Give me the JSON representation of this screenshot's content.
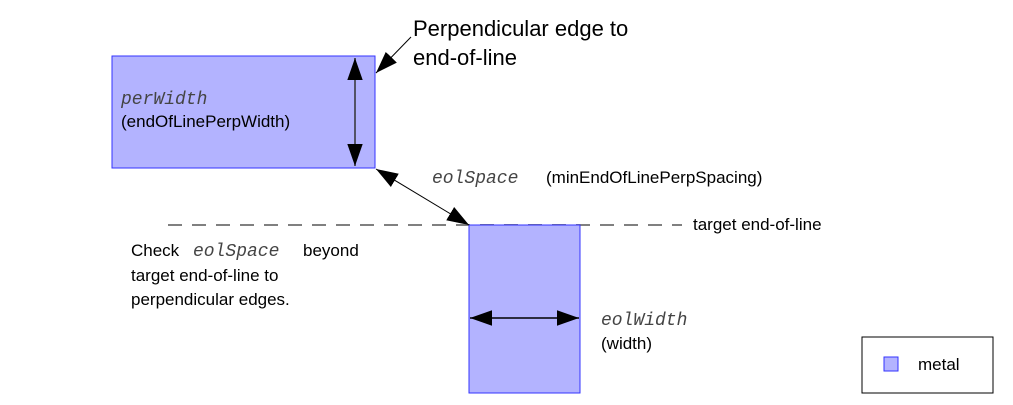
{
  "title_note": {
    "line1": "Perpendicular edge to",
    "line2": "end-of-line"
  },
  "per_width": {
    "param": "perWidth",
    "desc": "(endOfLinePerpWidth)"
  },
  "eol_space": {
    "param": "eolSpace",
    "desc": "(minEndOfLinePerpSpacing)"
  },
  "target_line_label": "target end-of-line",
  "check_note": {
    "prefix": "Check",
    "param": "eolSpace",
    "suffix": "beyond",
    "line2": "target end-of-line to",
    "line3": "perpendicular edges."
  },
  "eol_width": {
    "param": "eolWidth",
    "desc": "(width)"
  },
  "legend": {
    "items": [
      {
        "label": "metal",
        "color": "#b3b3ff"
      }
    ]
  },
  "colors": {
    "metal_fill": "#b3b3ff",
    "metal_stroke": "#3333ff",
    "dash": "#808080"
  }
}
